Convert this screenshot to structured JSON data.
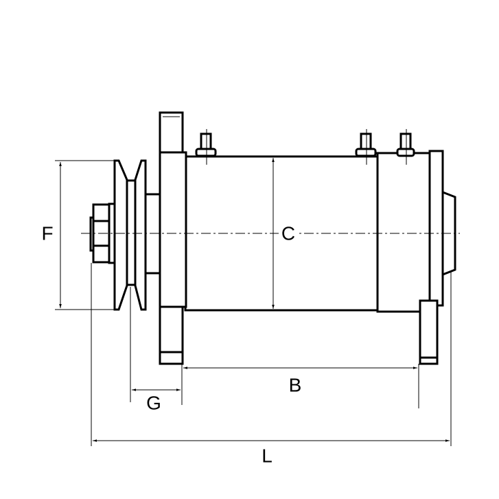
{
  "dimensions": {
    "F": "F",
    "C": "C",
    "B": "B",
    "G": "G",
    "L": "L"
  },
  "colors": {
    "line": "#000000",
    "background": "#ffffff"
  }
}
